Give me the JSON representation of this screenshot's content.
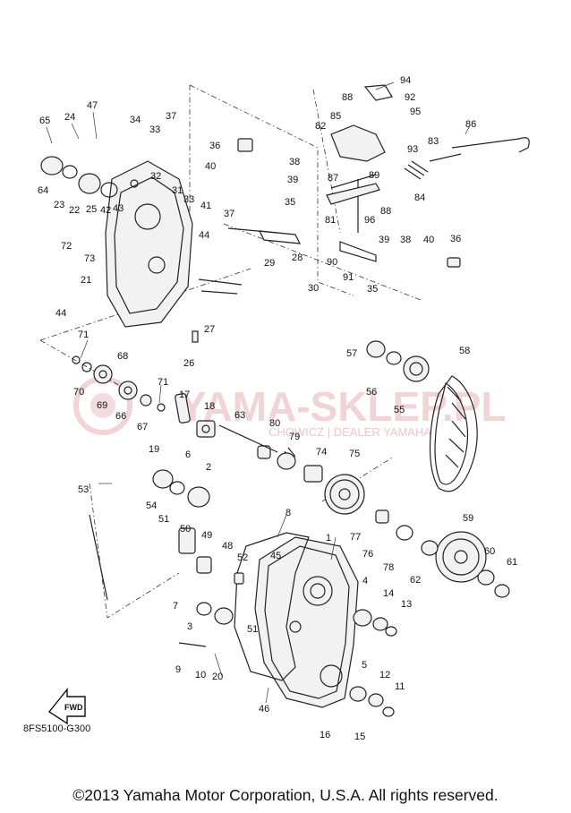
{
  "diagram_code": "8FS5100-G300",
  "copyright": "©2013 Yamaha Motor Corporation, U.S.A. All rights reserved.",
  "watermark": {
    "title": "YAMA-SKLEP.PL",
    "subtitle": "CHOWICZ | DEALER YAMAHA",
    "color": "#e9b8bb"
  },
  "fwd_label": "FWD",
  "callouts": [
    "65",
    "24",
    "47",
    "34",
    "33",
    "37",
    "36",
    "40",
    "38",
    "39",
    "35",
    "32",
    "31",
    "33",
    "41",
    "37",
    "44",
    "29",
    "28",
    "30",
    "88",
    "94",
    "92",
    "85",
    "82",
    "95",
    "93",
    "87",
    "89",
    "86",
    "83",
    "84",
    "81",
    "88",
    "96",
    "39",
    "38",
    "40",
    "36",
    "90",
    "91",
    "35",
    "64",
    "23",
    "22",
    "25",
    "42",
    "43",
    "72",
    "73",
    "21",
    "44",
    "71",
    "70",
    "69",
    "68",
    "66",
    "67",
    "71",
    "17",
    "18",
    "19",
    "63",
    "6",
    "2",
    "54",
    "57",
    "56",
    "55",
    "58",
    "80",
    "79",
    "74",
    "75",
    "27",
    "26",
    "53",
    "51",
    "50",
    "49",
    "48",
    "52",
    "45",
    "8",
    "1",
    "77",
    "76",
    "78",
    "59",
    "62",
    "60",
    "61",
    "7",
    "3",
    "9",
    "10",
    "20",
    "4",
    "14",
    "13",
    "5",
    "12",
    "11",
    "46",
    "16",
    "15",
    "51"
  ]
}
